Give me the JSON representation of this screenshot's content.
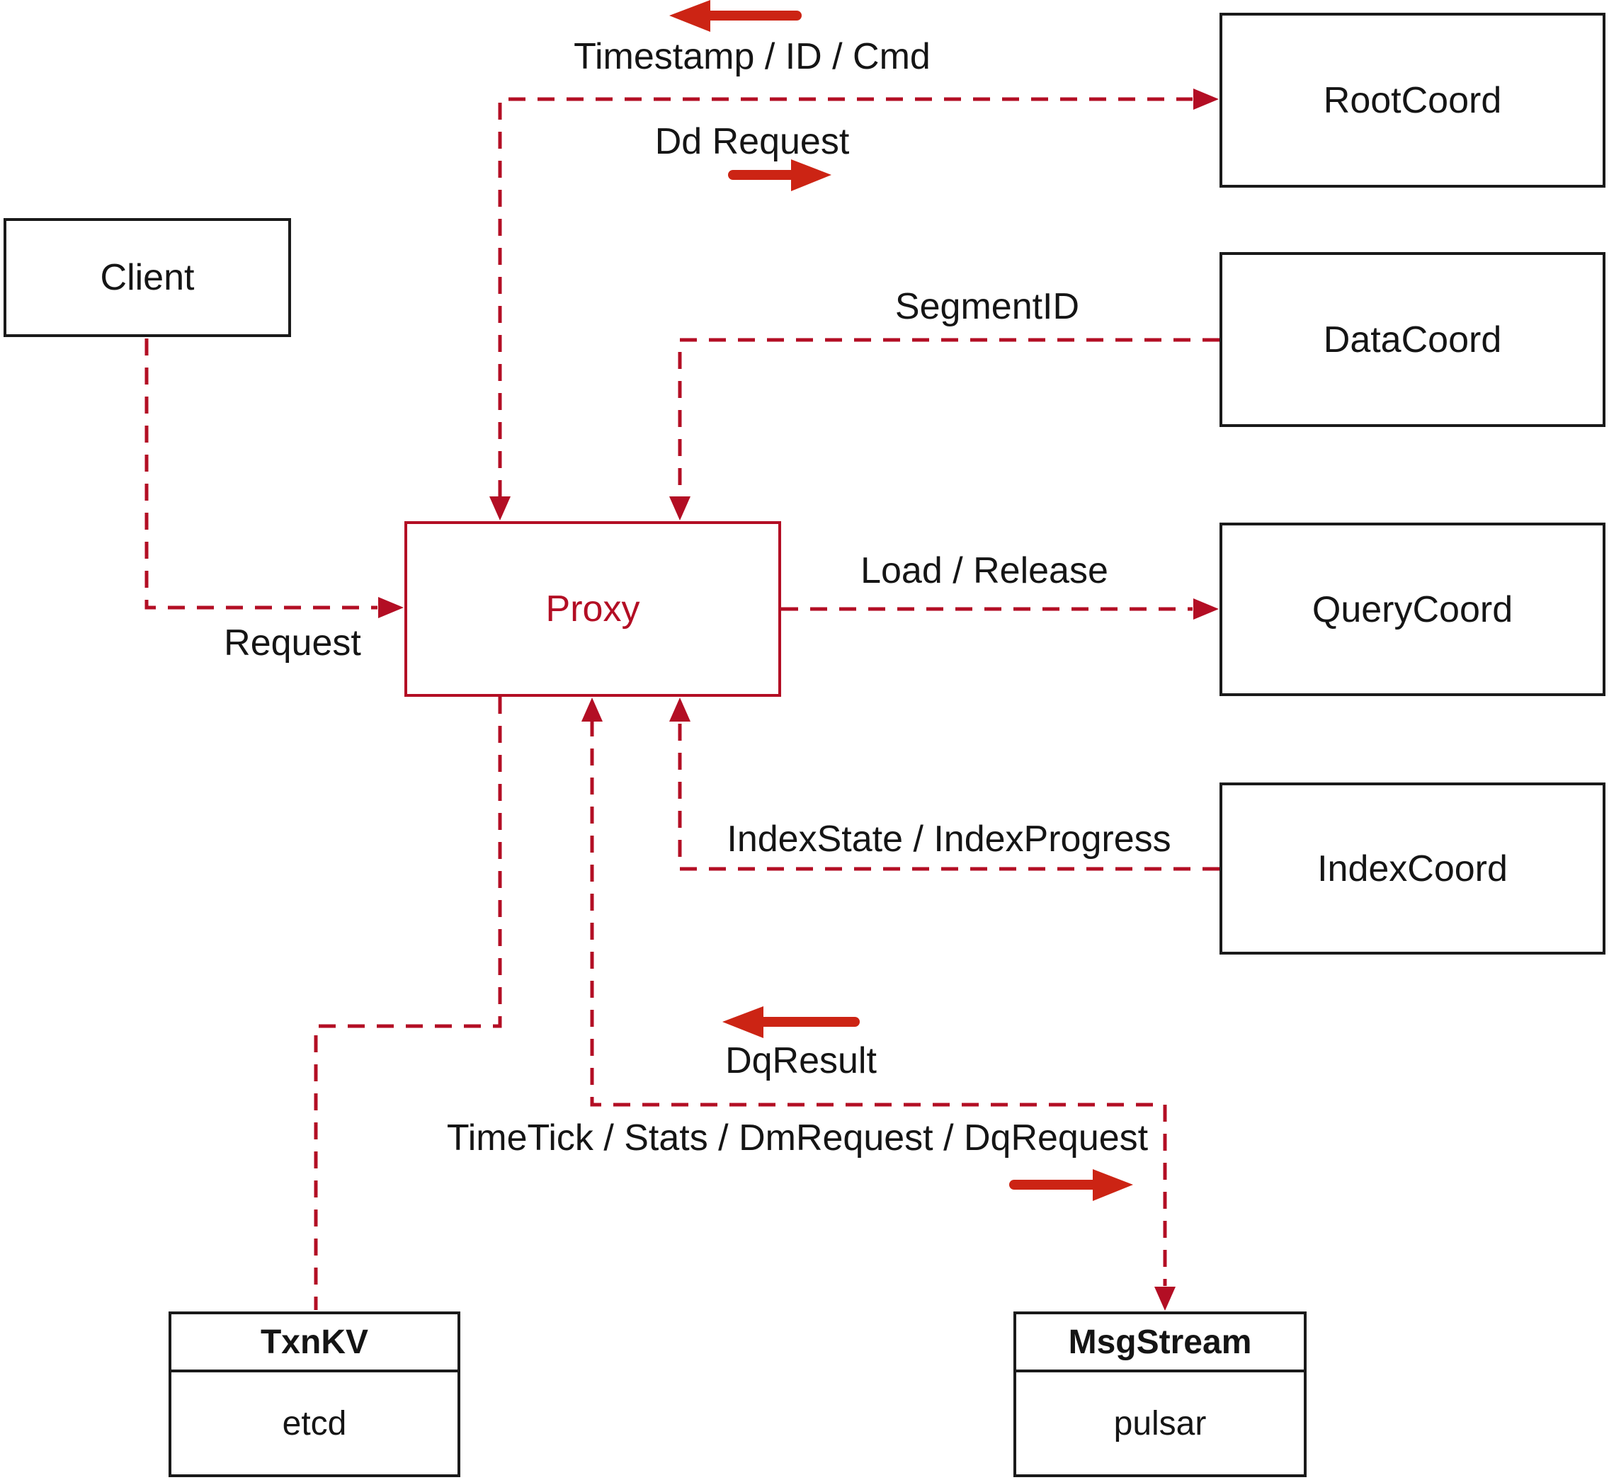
{
  "diagram": {
    "type": "architecture-diagram",
    "nodes": {
      "client": {
        "label": "Client"
      },
      "proxy": {
        "label": "Proxy"
      },
      "root_coord": {
        "label": "RootCoord"
      },
      "data_coord": {
        "label": "DataCoord"
      },
      "query_coord": {
        "label": "QueryCoord"
      },
      "index_coord": {
        "label": "IndexCoord"
      },
      "txn_kv": {
        "title": "TxnKV",
        "impl": "etcd"
      },
      "msg_stream": {
        "title": "MsgStream",
        "impl": "pulsar"
      }
    },
    "edge_labels": {
      "timestamp_id_cmd": "Timestamp / ID / Cmd",
      "dd_request": "Dd Request",
      "segment_id": "SegmentID",
      "request": "Request",
      "load_release": "Load / Release",
      "index_state_progress": "IndexState / IndexProgress",
      "dq_result": "DqResult",
      "time_tick_stats": "TimeTick / Stats / DmRequest / DqRequest"
    },
    "colors": {
      "edge_crimson": "#b30e24",
      "arrow_red": "#cc2414",
      "box_black": "#1a1a1a"
    }
  }
}
